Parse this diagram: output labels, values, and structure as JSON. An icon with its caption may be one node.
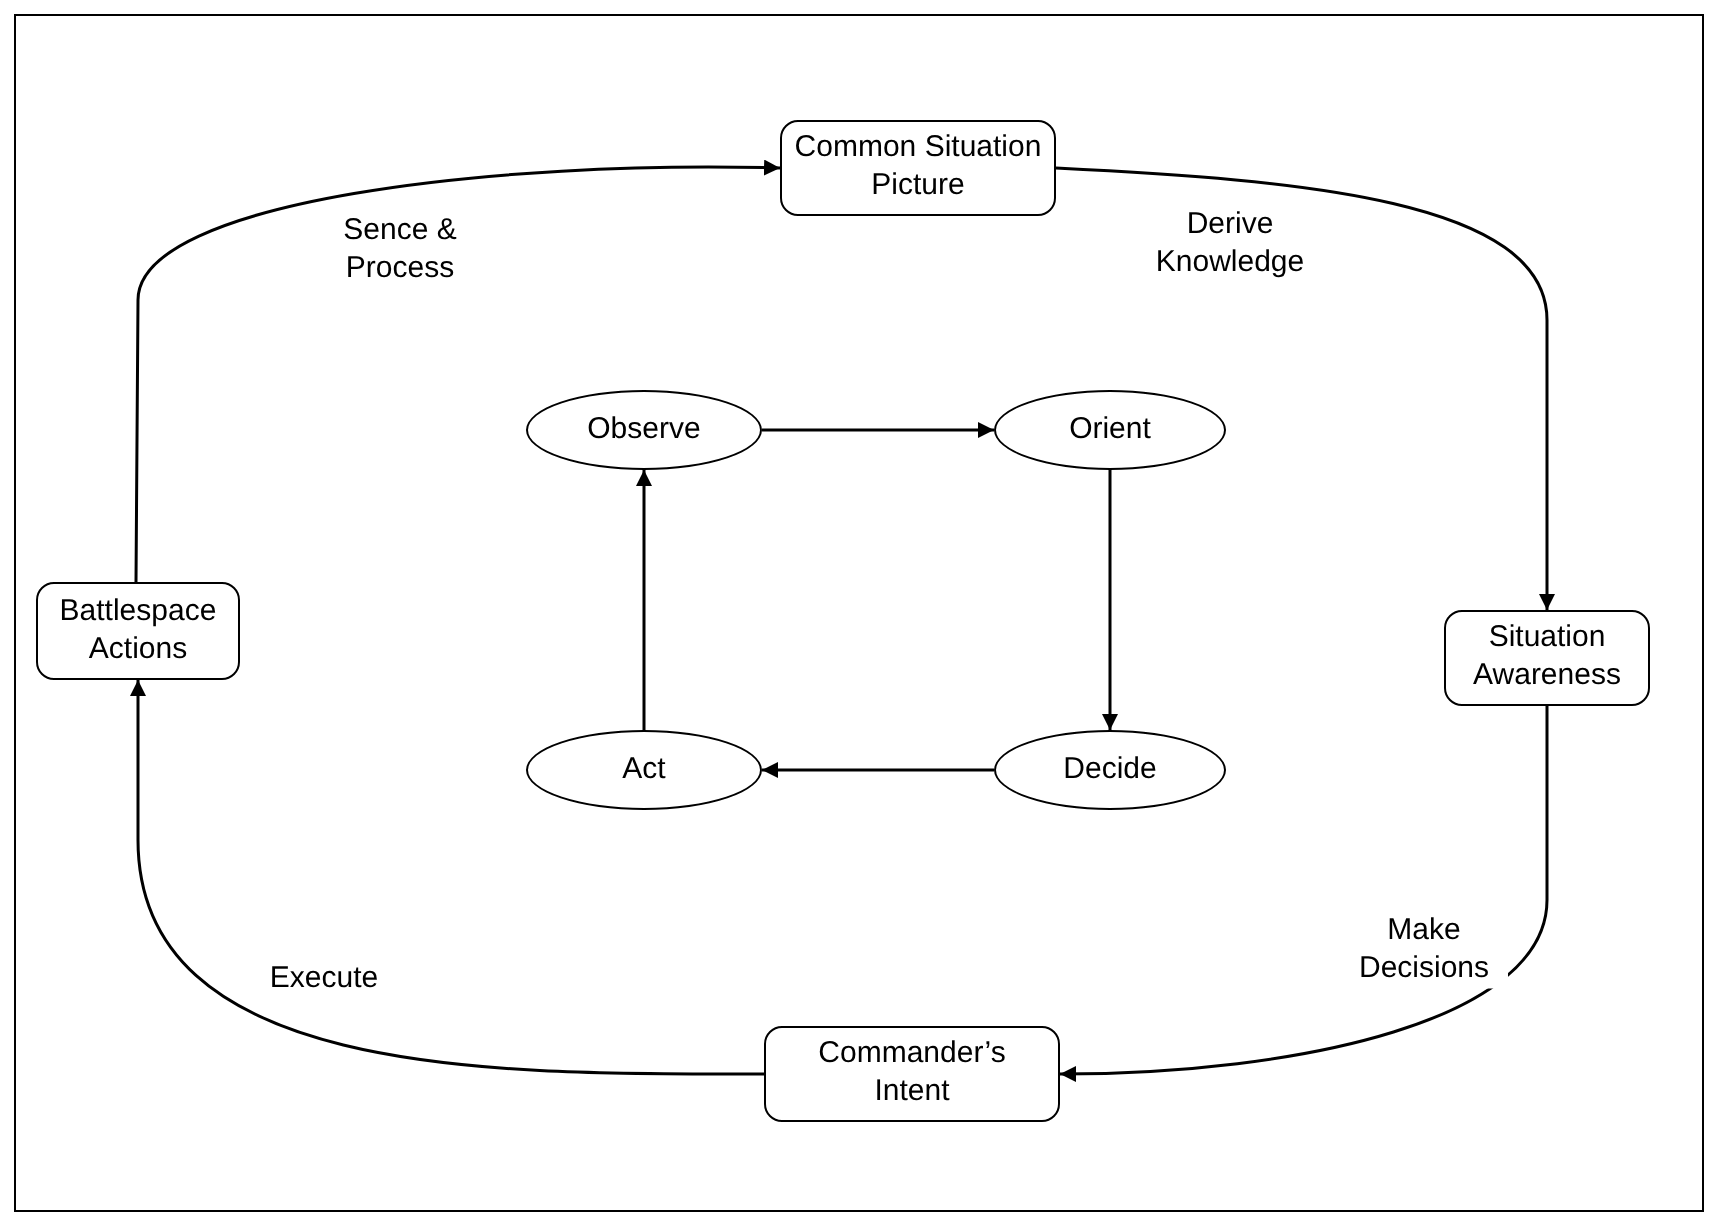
{
  "diagram": {
    "nodes": [
      {
        "text": [
          "Common Situation Picture"
        ]
      },
      {
        "text": [
          "Situation Awareness"
        ]
      },
      {
        "text": [
          "Commander’s Intent"
        ]
      },
      {
        "text": [
          "Battlespace Actions"
        ]
      },
      {
        "text": [
          "Observe"
        ]
      },
      {
        "text": [
          "Orient"
        ]
      },
      {
        "text": [
          "Decide"
        ]
      },
      {
        "text": [
          "Act"
        ]
      }
    ],
    "edges": [
      {
        "from": 3,
        "to": 0,
        "arrow": "to",
        "label": "Sence & Process"
      },
      {
        "from": 0,
        "to": 1,
        "arrow": "to",
        "label": "Derive Knowledge"
      },
      {
        "from": 1,
        "to": 2,
        "arrow": "to",
        "label": "Make Decisions"
      },
      {
        "from": 2,
        "to": 3,
        "arrow": "to",
        "label": "Execute"
      },
      {
        "from": 4,
        "to": 5,
        "arrow": "to"
      },
      {
        "from": 5,
        "to": 6,
        "arrow": "to"
      },
      {
        "from": 6,
        "to": 7,
        "arrow": "to"
      },
      {
        "from": 7,
        "to": 4,
        "arrow": "to"
      }
    ]
  }
}
